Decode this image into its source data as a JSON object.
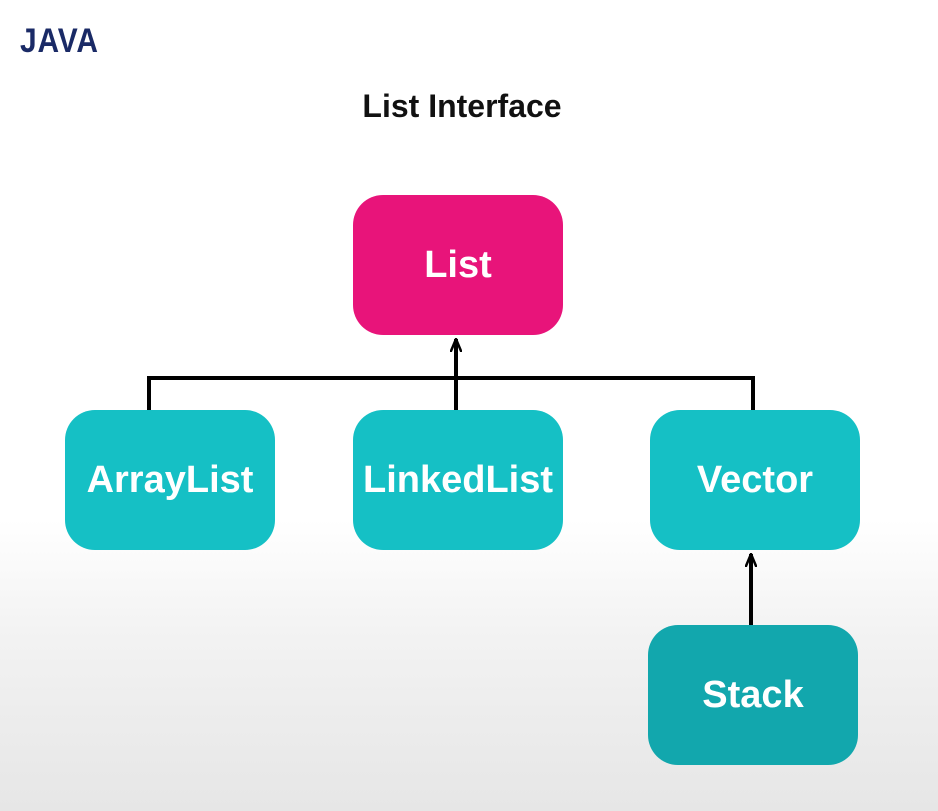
{
  "header": {
    "brand": "JAVA"
  },
  "diagram": {
    "title": "List Interface",
    "nodes": {
      "list": "List",
      "arraylist": "ArrayList",
      "linkedlist": "LinkedList",
      "vector": "Vector",
      "stack": "Stack"
    }
  },
  "colors": {
    "brand_text": "#1a2a66",
    "interface_node": "#e8147a",
    "class_node": "#15c0c5",
    "stack_node": "#12a7ad",
    "connector": "#000000"
  }
}
